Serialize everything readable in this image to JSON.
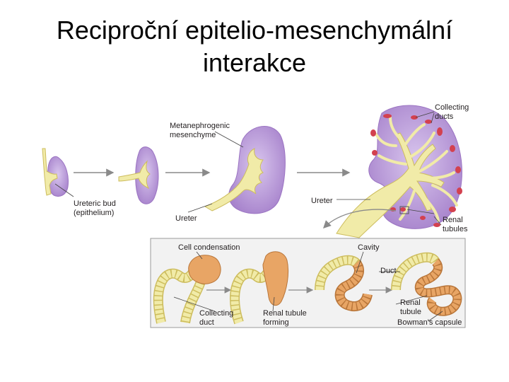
{
  "slide": {
    "title_line1": "Reciproční epitelio-mesenchymální",
    "title_line2": "interakce"
  },
  "top_labels": {
    "metanephrogenic_1": "Metanephrogenic",
    "metanephrogenic_2": "mesenchyme",
    "ureteric_bud_1": "Ureteric bud",
    "ureteric_bud_2": "(epithelium)",
    "ureter_stage3": "Ureter",
    "ureter_stage4": "Ureter",
    "collecting_ducts_1": "Collecting",
    "collecting_ducts_2": "ducts",
    "renal_tubules_1": "Renal",
    "renal_tubules_2": "tubules"
  },
  "inset_labels": {
    "cell_condensation": "Cell condensation",
    "cavity": "Cavity",
    "duct": "Duct",
    "collecting_duct_1": "Collecting",
    "collecting_duct_2": "duct",
    "renal_tubule_forming_1": "Renal tubule",
    "renal_tubule_forming_2": "forming",
    "renal_tubule_1": "Renal",
    "renal_tubule_2": "tubule",
    "bowmans_capsule": "Bowman's capsule"
  },
  "colors": {
    "mesenchyme": "#b99ad9",
    "mesenchyme_edge": "#8c62b5",
    "epithelium": "#f1eba8",
    "epithelium_edge": "#cdbd5e",
    "tubule_red": "#d3414f",
    "condensed": "#e8a565",
    "inset_bg": "#f2f2f2"
  }
}
